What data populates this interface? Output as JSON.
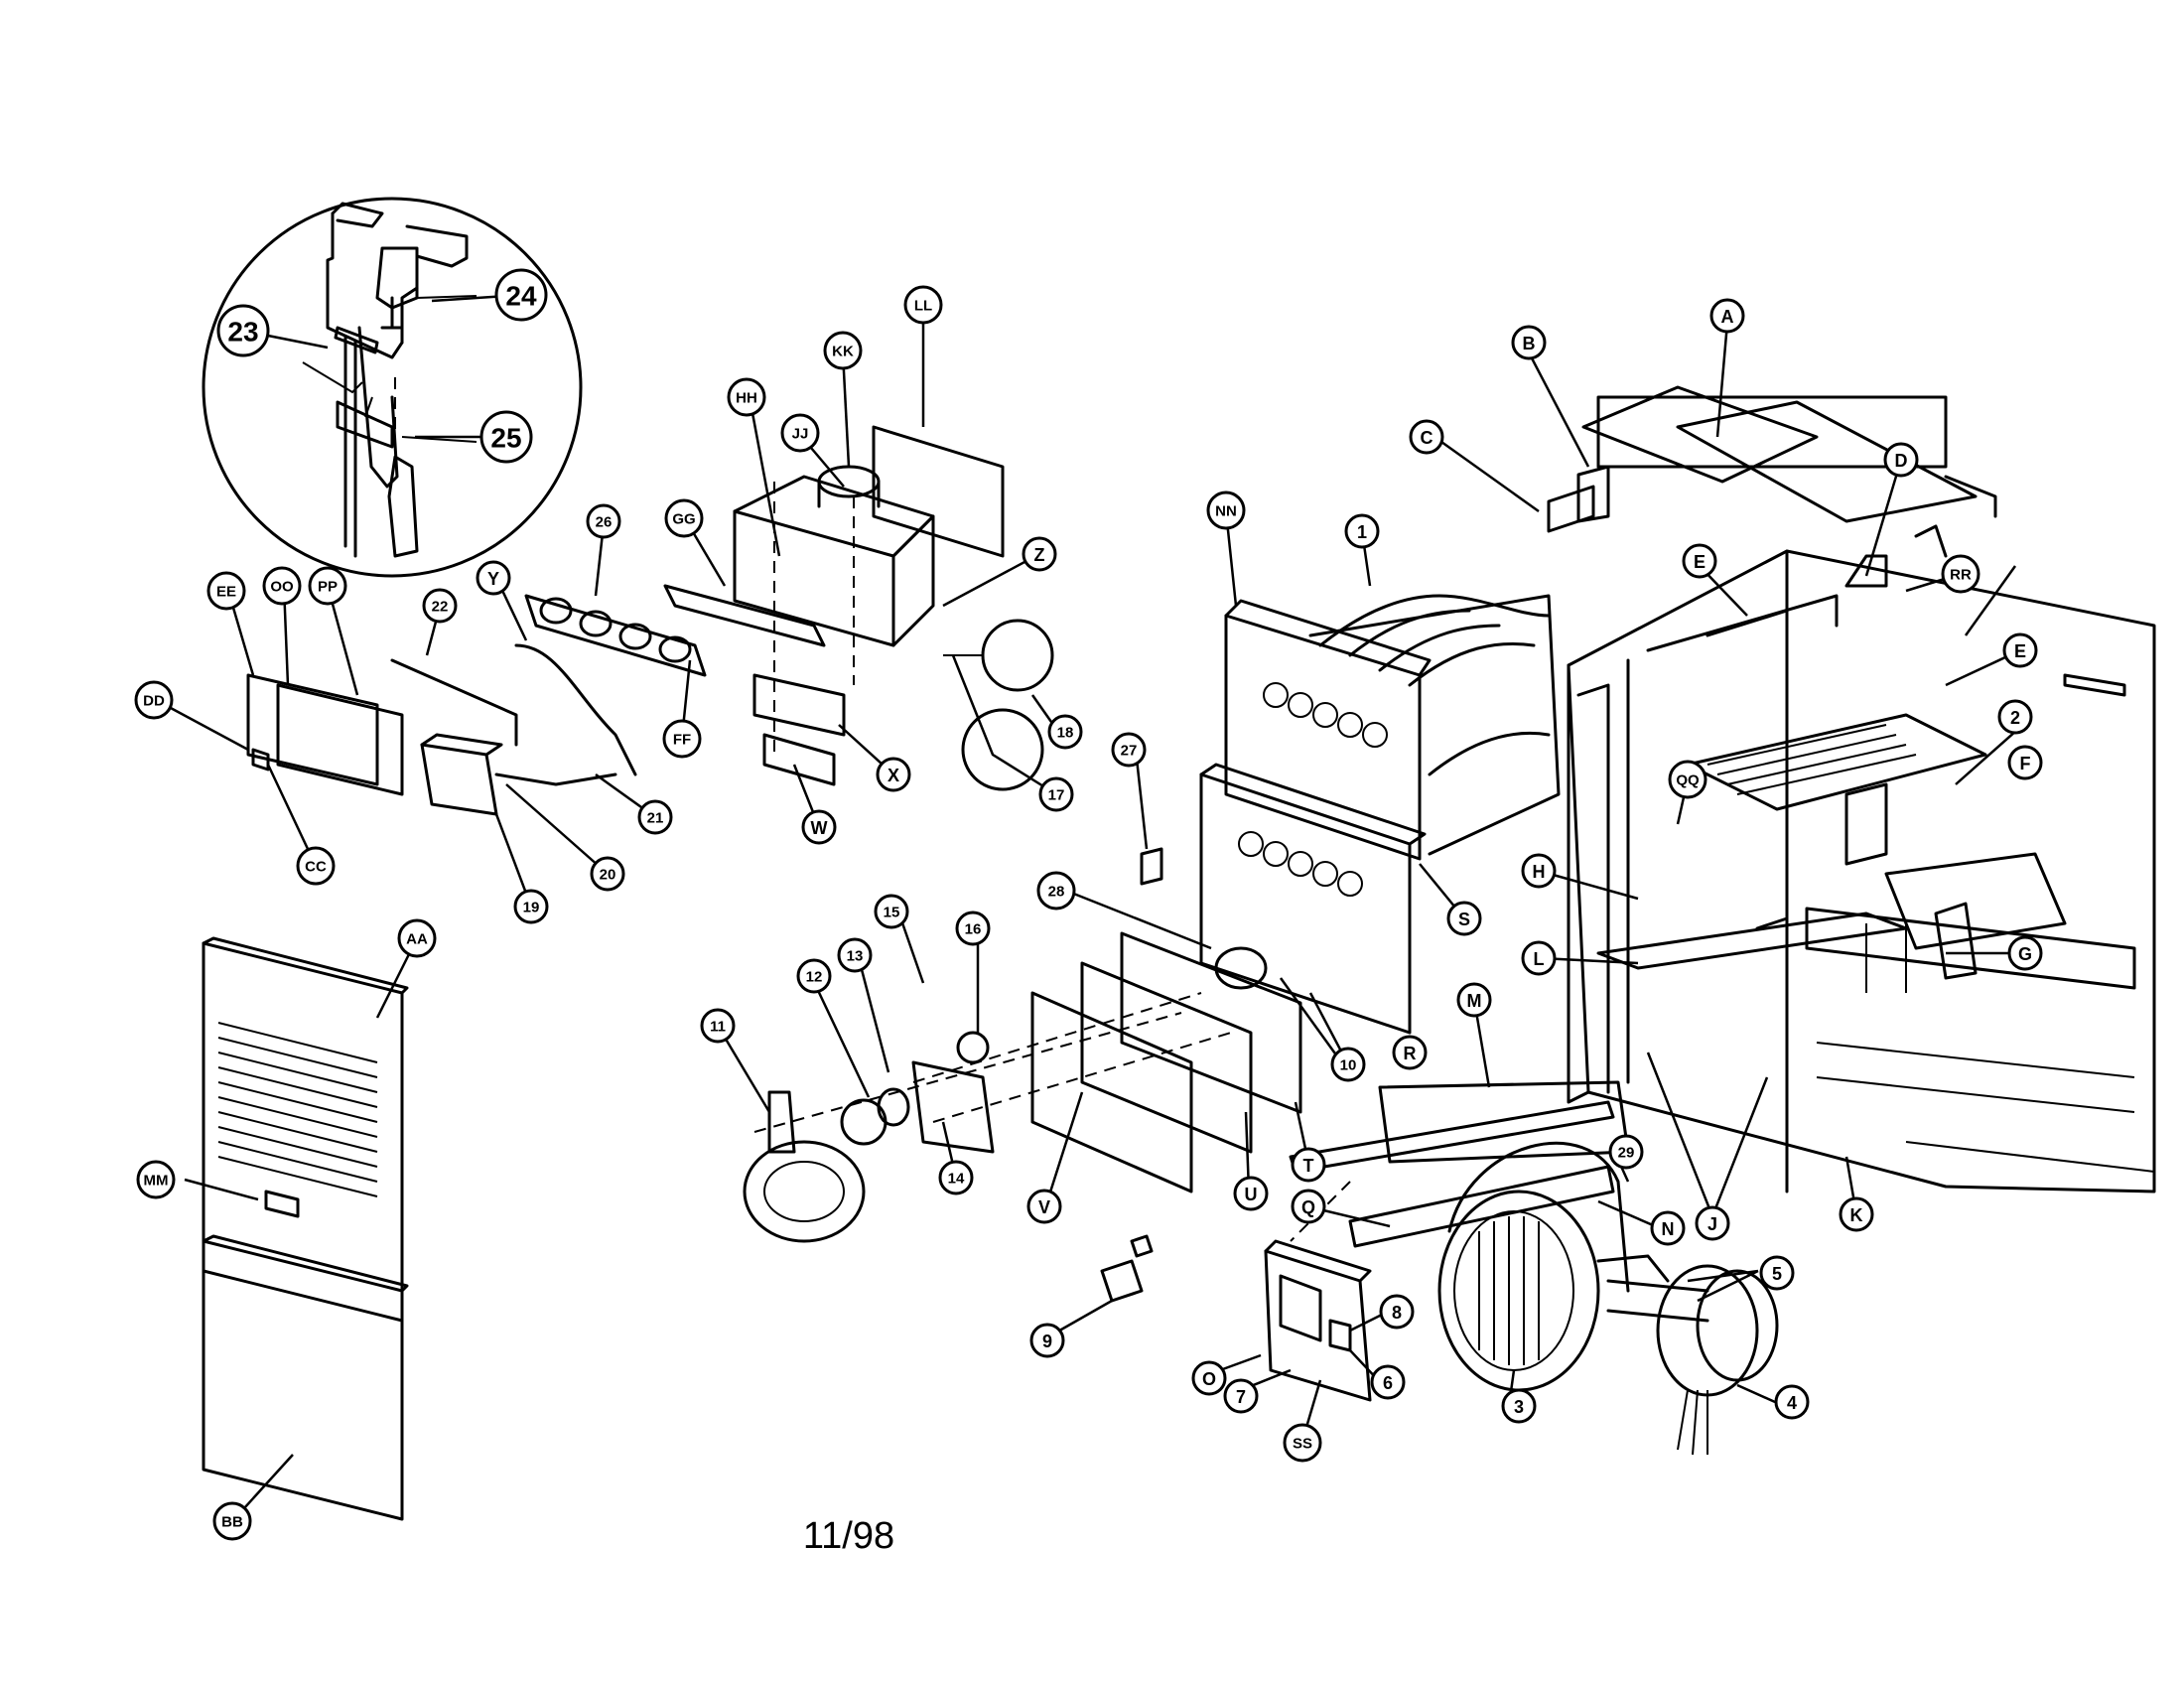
{
  "footer": {
    "date": "11/98"
  },
  "callouts": [
    {
      "id": "24",
      "label": "24"
    },
    {
      "id": "23",
      "label": "23"
    },
    {
      "id": "25",
      "label": "25"
    },
    {
      "id": "A",
      "label": "A"
    },
    {
      "id": "B",
      "label": "B"
    },
    {
      "id": "C",
      "label": "C"
    },
    {
      "id": "D",
      "label": "D"
    },
    {
      "id": "E1",
      "label": "E"
    },
    {
      "id": "E2",
      "label": "E"
    },
    {
      "id": "RR",
      "label": "RR"
    },
    {
      "id": "2",
      "label": "2"
    },
    {
      "id": "F",
      "label": "F"
    },
    {
      "id": "QQ",
      "label": "QQ"
    },
    {
      "id": "H",
      "label": "H"
    },
    {
      "id": "G",
      "label": "G"
    },
    {
      "id": "L",
      "label": "L"
    },
    {
      "id": "J",
      "label": "J"
    },
    {
      "id": "K",
      "label": "K"
    },
    {
      "id": "M",
      "label": "M"
    },
    {
      "id": "N",
      "label": "N"
    },
    {
      "id": "29",
      "label": "29"
    },
    {
      "id": "5",
      "label": "5"
    },
    {
      "id": "4",
      "label": "4"
    },
    {
      "id": "3",
      "label": "3"
    },
    {
      "id": "Q",
      "label": "Q"
    },
    {
      "id": "8",
      "label": "8"
    },
    {
      "id": "6",
      "label": "6"
    },
    {
      "id": "O",
      "label": "O"
    },
    {
      "id": "7",
      "label": "7"
    },
    {
      "id": "SS",
      "label": "SS"
    },
    {
      "id": "9",
      "label": "9"
    },
    {
      "id": "1",
      "label": "1"
    },
    {
      "id": "NN",
      "label": "NN"
    },
    {
      "id": "S",
      "label": "S"
    },
    {
      "id": "27",
      "label": "27"
    },
    {
      "id": "28",
      "label": "28"
    },
    {
      "id": "10",
      "label": "10"
    },
    {
      "id": "R",
      "label": "R"
    },
    {
      "id": "T",
      "label": "T"
    },
    {
      "id": "U",
      "label": "U"
    },
    {
      "id": "V",
      "label": "V"
    },
    {
      "id": "15",
      "label": "15"
    },
    {
      "id": "16",
      "label": "16"
    },
    {
      "id": "12",
      "label": "12"
    },
    {
      "id": "13",
      "label": "13"
    },
    {
      "id": "11",
      "label": "11"
    },
    {
      "id": "14",
      "label": "14"
    },
    {
      "id": "LL",
      "label": "LL"
    },
    {
      "id": "KK",
      "label": "KK"
    },
    {
      "id": "HH",
      "label": "HH"
    },
    {
      "id": "JJ",
      "label": "JJ"
    },
    {
      "id": "GG",
      "label": "GG"
    },
    {
      "id": "Z",
      "label": "Z"
    },
    {
      "id": "18",
      "label": "18"
    },
    {
      "id": "17",
      "label": "17"
    },
    {
      "id": "X",
      "label": "X"
    },
    {
      "id": "W",
      "label": "W"
    },
    {
      "id": "26",
      "label": "26"
    },
    {
      "id": "FF",
      "label": "FF"
    },
    {
      "id": "Y",
      "label": "Y"
    },
    {
      "id": "22",
      "label": "22"
    },
    {
      "id": "21",
      "label": "21"
    },
    {
      "id": "20",
      "label": "20"
    },
    {
      "id": "19",
      "label": "19"
    },
    {
      "id": "EE",
      "label": "EE"
    },
    {
      "id": "OO",
      "label": "OO"
    },
    {
      "id": "PP",
      "label": "PP"
    },
    {
      "id": "DD",
      "label": "DD"
    },
    {
      "id": "CC",
      "label": "CC"
    },
    {
      "id": "AA",
      "label": "AA"
    },
    {
      "id": "MM",
      "label": "MM"
    },
    {
      "id": "BB",
      "label": "BB"
    }
  ]
}
